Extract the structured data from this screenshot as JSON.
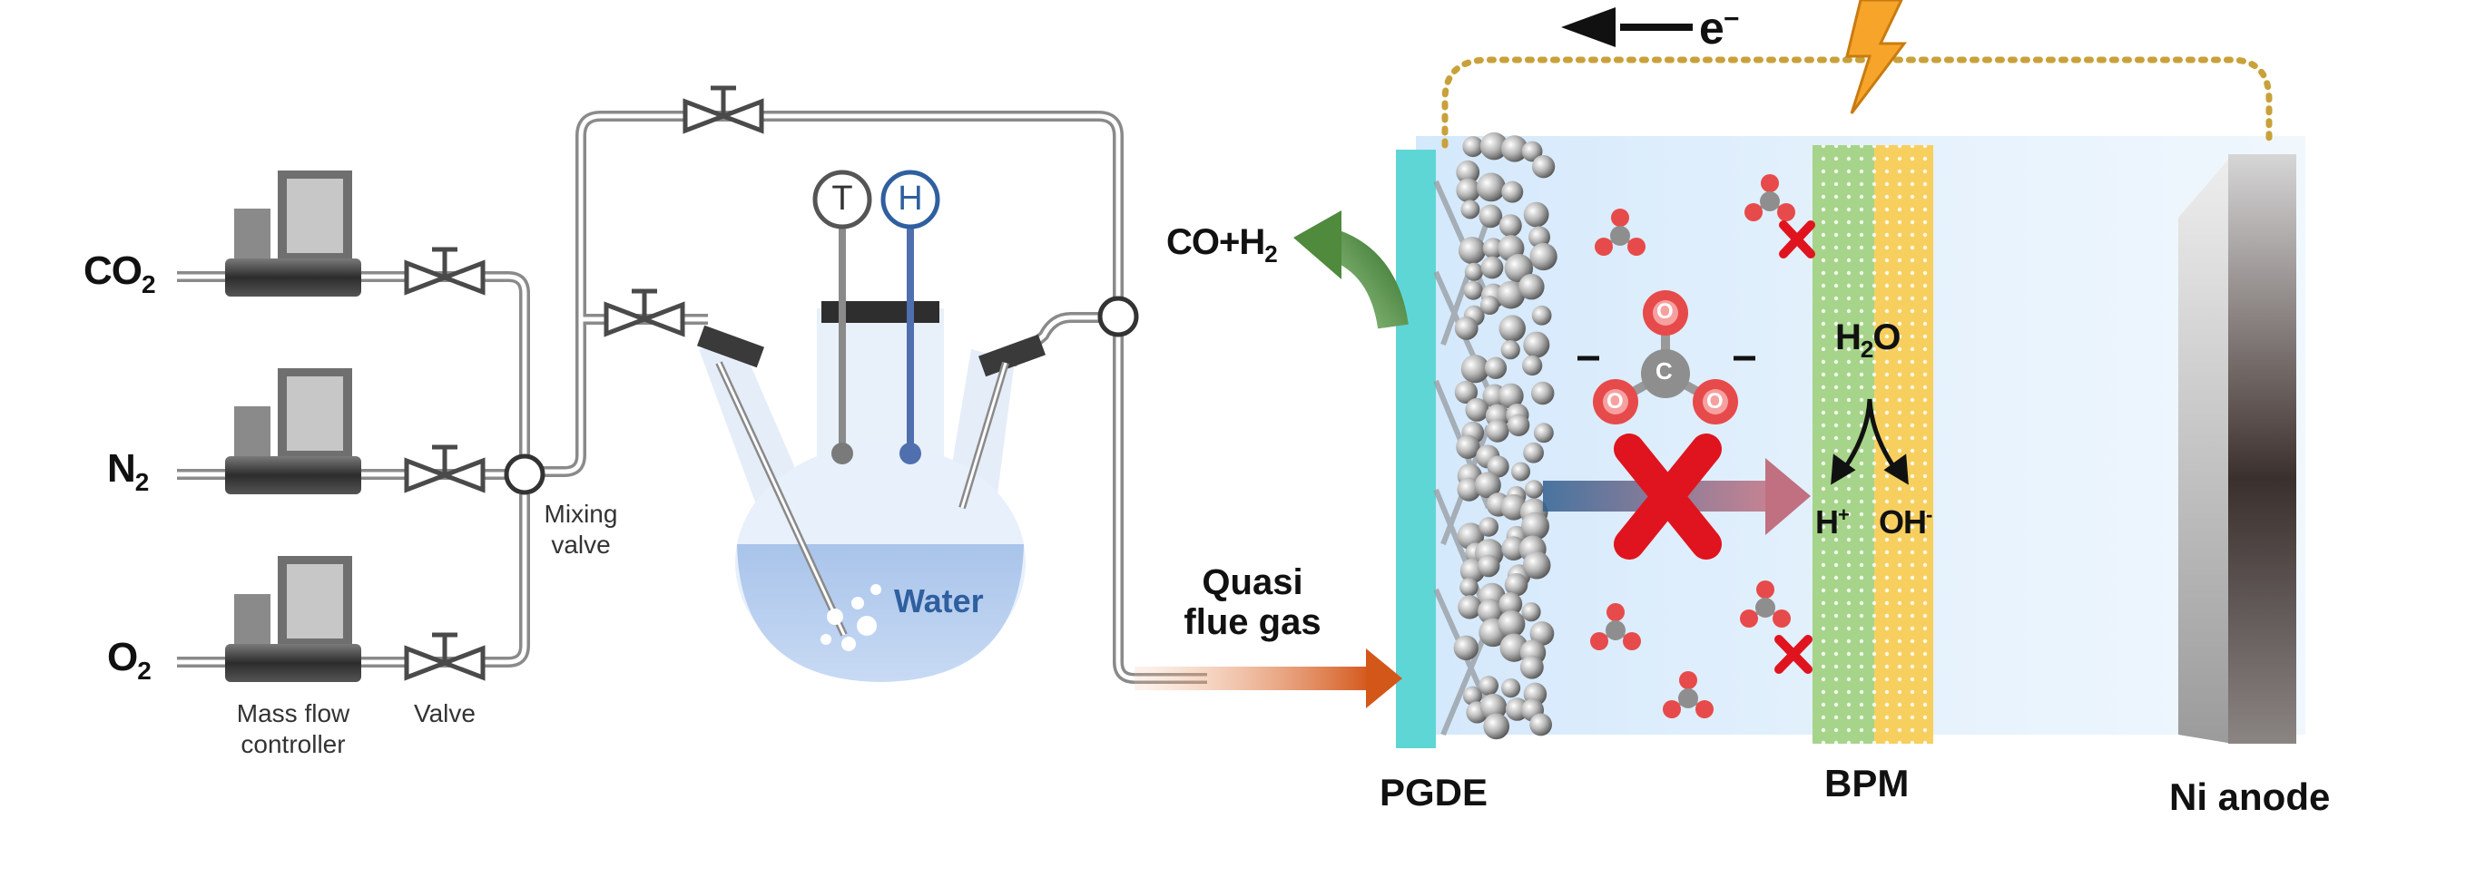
{
  "gas_inlets": [
    {
      "base": "CO",
      "sub": "2"
    },
    {
      "base": "N",
      "sub": "2"
    },
    {
      "base": "O",
      "sub": "2"
    }
  ],
  "labels": {
    "mass_flow_controller": [
      "Mass flow",
      "controller"
    ],
    "valve": "Valve",
    "mixing_valve": [
      "Mixing",
      "valve"
    ],
    "temp_probe": "T",
    "humidity_probe": "H",
    "water": "Water",
    "quasi_flue_gas": [
      "Quasi",
      "flue gas"
    ],
    "product": {
      "text": "CO+H",
      "sub": "2"
    },
    "electron": {
      "text": "e",
      "sup": "−"
    },
    "carbonate_atom": "C",
    "oxygen_atom": "O",
    "water_split": {
      "text": "H",
      "sub": "2",
      "tail": "O"
    },
    "proton": {
      "text": "H",
      "sup": "+"
    },
    "hydroxide": {
      "text": "OH",
      "sup": "-"
    },
    "pgde": "PGDE",
    "bpm": "BPM",
    "anode": "Ni anode"
  },
  "colors": {
    "pipe": "#8a8a8a",
    "water": "#a9c4ea",
    "pgde": "#5fd6d6",
    "bpm_green": "#a6d48a",
    "bpm_yellow": "#f7cf5f",
    "flue_gas_arrow": "#d4571a",
    "product_arrow": "#4f8a3d",
    "circuit": "#c9a13a",
    "carbonate": "#e74a4a"
  }
}
